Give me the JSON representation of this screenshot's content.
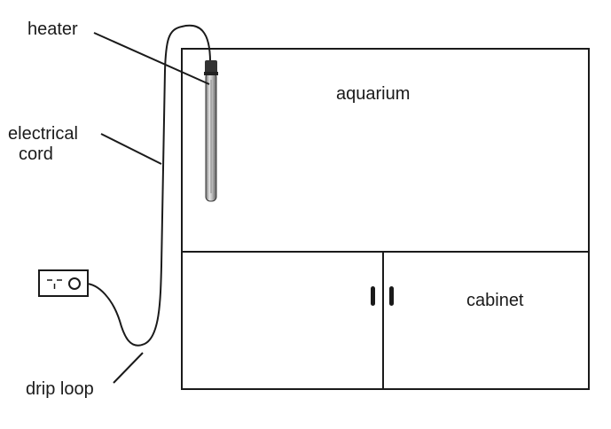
{
  "labels": {
    "heater": "heater",
    "electrical_cord_line1": "electrical",
    "electrical_cord_line2": "cord",
    "drip_loop": "drip loop",
    "aquarium": "aquarium",
    "cabinet": "cabinet"
  },
  "colors": {
    "line": "#1a1a1a",
    "background": "#ffffff",
    "heater_glass": "#9a9a9a",
    "heater_cap": "#333333"
  },
  "icons": {
    "outlet": "power-outlet-icon",
    "heater": "aquarium-heater-icon"
  }
}
